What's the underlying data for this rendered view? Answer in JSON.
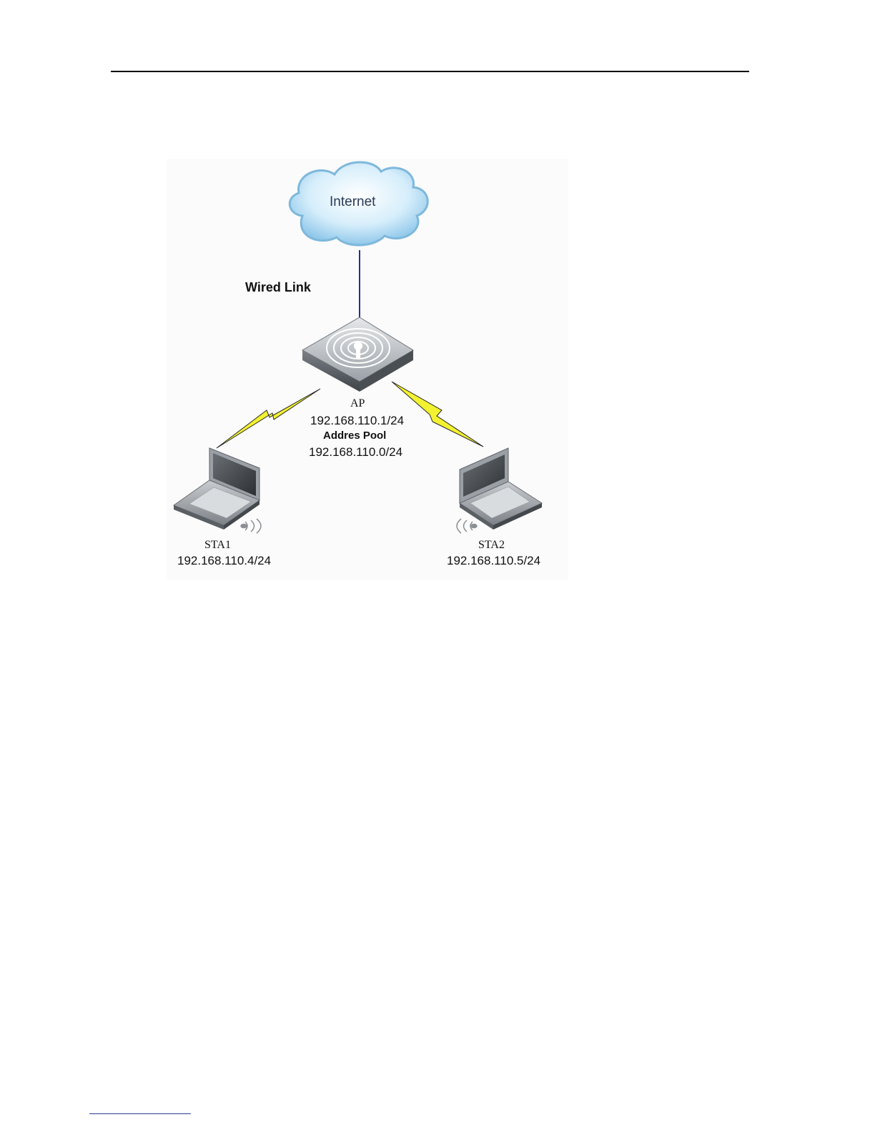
{
  "diagram": {
    "cloud": {
      "label": "Internet"
    },
    "wired_link": {
      "label": "Wired Link"
    },
    "ap": {
      "name": "AP",
      "ip": "192.168.110.1/24",
      "pool_label": "Addres Pool",
      "pool": "192.168.110.0/24"
    },
    "sta1": {
      "name": "STA1",
      "ip": "192.168.110.4/24"
    },
    "sta2": {
      "name": "STA2",
      "ip": "192.168.110.5/24"
    },
    "colors": {
      "wired_line": "#2b2b9c",
      "wireless_bolt": "#f2f230",
      "cloud": "#bfe3f7"
    },
    "icons": [
      "cloud-icon",
      "access-point-icon",
      "laptop-icon",
      "wireless-signal-icon",
      "lightning-bolt-icon"
    ]
  }
}
